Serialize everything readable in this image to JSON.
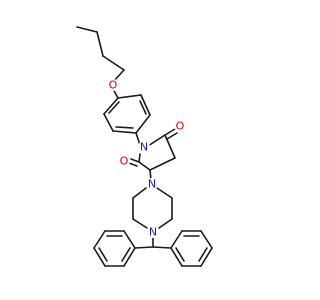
{
  "colors": {
    "bond": "#1a1a1a",
    "oxygen": "#d40000",
    "nitrogen": "#1a1acc",
    "background": "#ffffff"
  },
  "atoms": {
    "ether_oxygen": {
      "symbol": "O",
      "color": "oxygen"
    },
    "imide_nitrogen": {
      "symbol": "N",
      "color": "nitrogen"
    },
    "carbonyl_oxygen_right": {
      "symbol": "O",
      "color": "oxygen"
    },
    "carbonyl_oxygen_left": {
      "symbol": "O",
      "color": "oxygen"
    },
    "piperazine_nitrogen_top": {
      "symbol": "N",
      "color": "nitrogen"
    },
    "piperazine_nitrogen_bottom": {
      "symbol": "N",
      "color": "nitrogen"
    }
  }
}
